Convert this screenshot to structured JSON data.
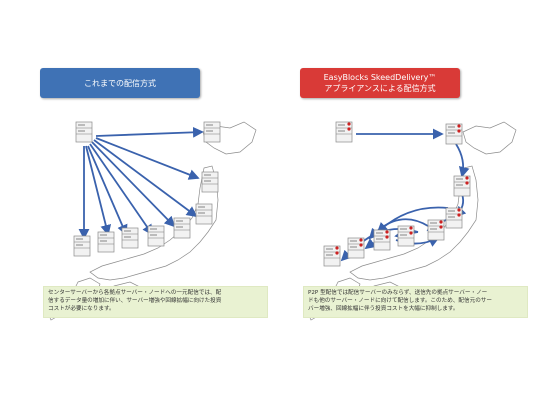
{
  "left": {
    "title": "これまでの配信方式",
    "description_lines": [
      "センターサーバーから各拠点サーバー・ノードへの一元配信では、配",
      "信するデータ量の増加に伴い、サーバー増強や回線拡幅に向けた投資",
      "コストが必要になります。"
    ]
  },
  "right": {
    "title_line1": "EasyBlocks SkeedDelivery™",
    "title_line2": "アプライアンスによる配信方式",
    "description_lines": [
      "P2P 型配信では配信サーバーのみならず、送信先の拠点サーバー・ノー",
      "ドも他のサーバー・ノードに向けて配信します。このため、配信元のサー",
      "バー増強、回線拡幅に伴う投資コストを大幅に抑制します。"
    ]
  },
  "colors": {
    "left_title_bg": "#3f72b5",
    "right_title_bg": "#d93a37",
    "arrow": "#3a62ad",
    "description_bg": "#e9f2d2",
    "server_dot": "#cc2222"
  },
  "icons": [
    "server-icon",
    "japan-map"
  ]
}
